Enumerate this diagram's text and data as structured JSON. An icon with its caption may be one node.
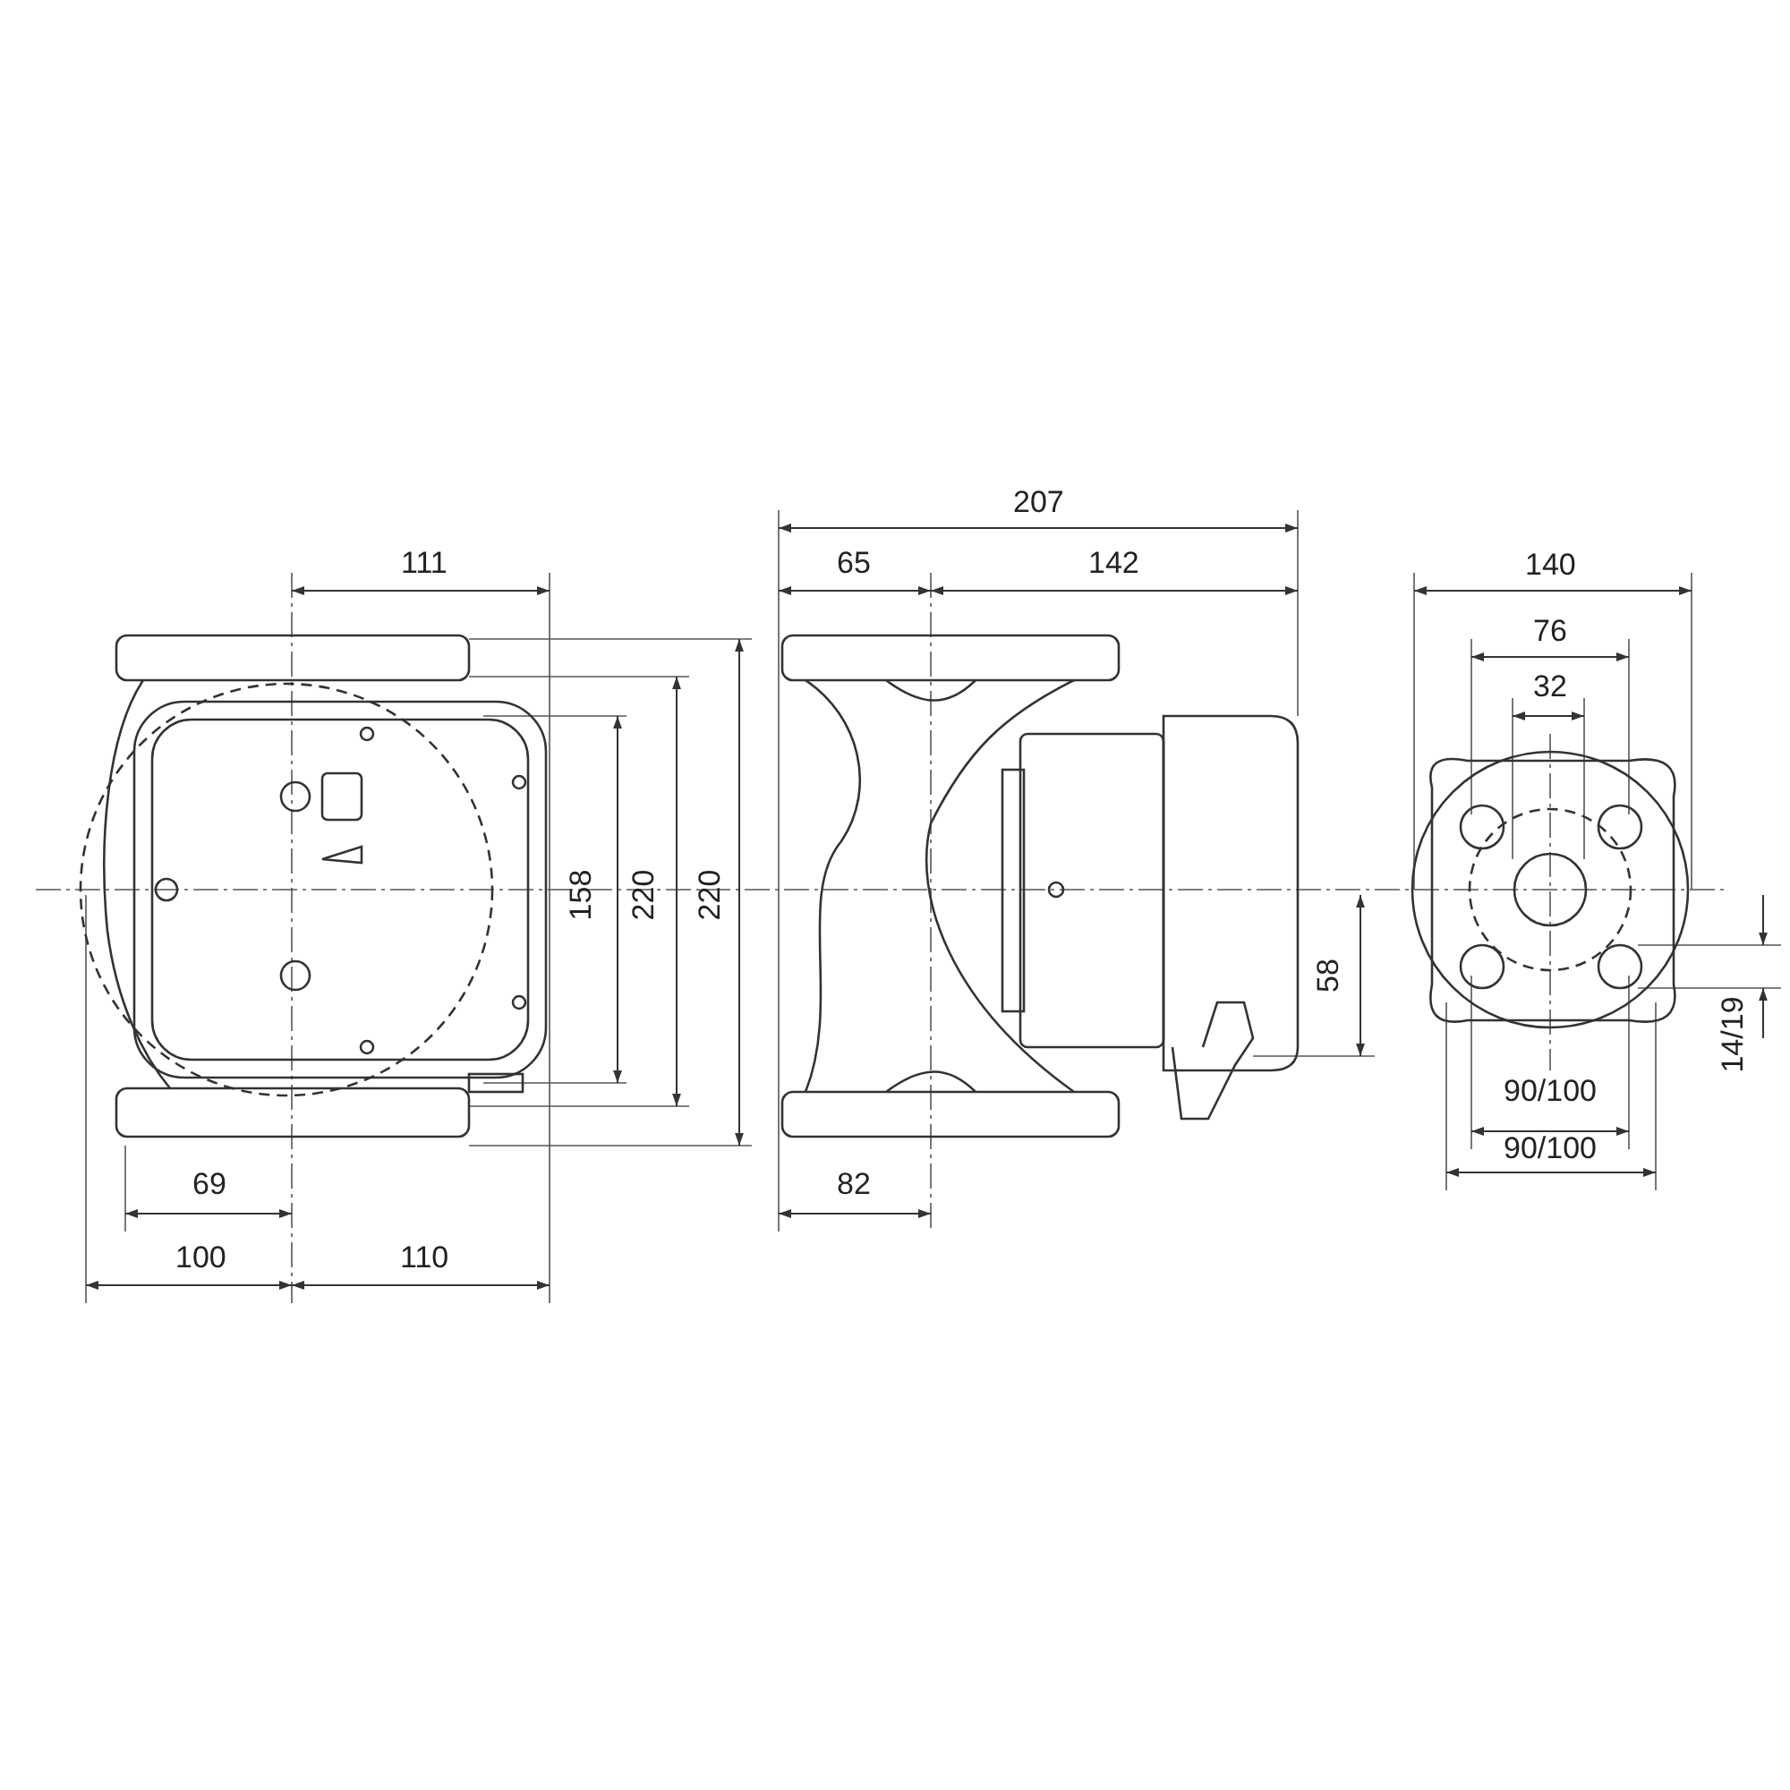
{
  "diagram": {
    "labels": [
      "207",
      "111",
      "65",
      "142",
      "140",
      "76",
      "32",
      "158",
      "220",
      "220",
      "58",
      "14/19",
      "90/100",
      "90/100",
      "69",
      "82",
      "100",
      "110"
    ]
  }
}
